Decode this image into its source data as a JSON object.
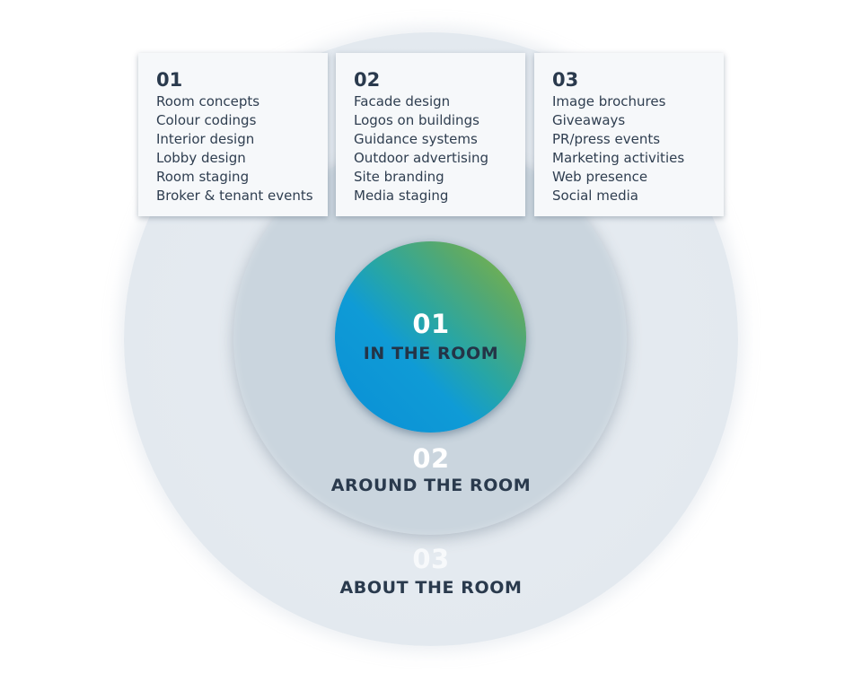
{
  "rings": [
    {
      "number": "01",
      "title": "IN THE ROOM"
    },
    {
      "number": "02",
      "title": "AROUND THE ROOM"
    },
    {
      "number": "03",
      "title": "ABOUT THE ROOM"
    }
  ],
  "cards": [
    {
      "number": "01",
      "items": [
        "Room concepts",
        "Colour codings",
        "Interior design",
        "Lobby design",
        "Room staging",
        "Broker & tenant events"
      ]
    },
    {
      "number": "02",
      "items": [
        "Facade design",
        "Logos on buildings",
        "Guidance systems",
        "Outdoor advertising",
        "Site branding",
        "Media staging"
      ]
    },
    {
      "number": "03",
      "items": [
        "Image brochures",
        "Giveaways",
        "PR/press events",
        "Marketing activities",
        "Web presence",
        "Social media"
      ]
    }
  ],
  "colors": {
    "inner_gradient_start": "#0a8fd6",
    "inner_gradient_end": "#8ab83a",
    "middle_ring": "#cad5de",
    "outer_ring": "#e3e9ef",
    "text_dark": "#2a3a4d"
  }
}
